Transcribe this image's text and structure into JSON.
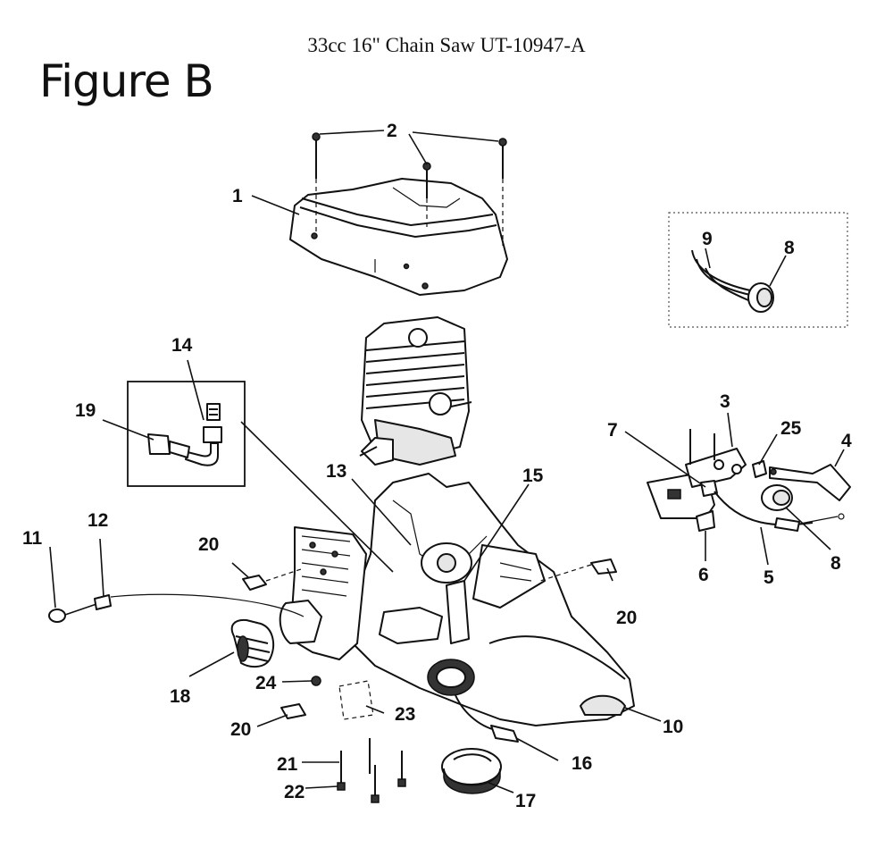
{
  "header": {
    "title": "33cc 16\" Chain Saw UT-10947-A",
    "figure": "Figure B"
  },
  "callouts": [
    {
      "id": "c1",
      "text": "1"
    },
    {
      "id": "c2",
      "text": "2"
    },
    {
      "id": "c3",
      "text": "3"
    },
    {
      "id": "c4",
      "text": "4"
    },
    {
      "id": "c5",
      "text": "5"
    },
    {
      "id": "c6",
      "text": "6"
    },
    {
      "id": "c7",
      "text": "7"
    },
    {
      "id": "c8a",
      "text": "8"
    },
    {
      "id": "c8b",
      "text": "8"
    },
    {
      "id": "c9",
      "text": "9"
    },
    {
      "id": "c10",
      "text": "10"
    },
    {
      "id": "c11",
      "text": "11"
    },
    {
      "id": "c12",
      "text": "12"
    },
    {
      "id": "c13",
      "text": "13"
    },
    {
      "id": "c14",
      "text": "14"
    },
    {
      "id": "c15",
      "text": "15"
    },
    {
      "id": "c16",
      "text": "16"
    },
    {
      "id": "c17",
      "text": "17"
    },
    {
      "id": "c18",
      "text": "18"
    },
    {
      "id": "c19",
      "text": "19"
    },
    {
      "id": "c20a",
      "text": "20"
    },
    {
      "id": "c20b",
      "text": "20"
    },
    {
      "id": "c20c",
      "text": "20"
    },
    {
      "id": "c21",
      "text": "21"
    },
    {
      "id": "c22",
      "text": "22"
    },
    {
      "id": "c23",
      "text": "23"
    },
    {
      "id": "c24",
      "text": "24"
    },
    {
      "id": "c25",
      "text": "25"
    }
  ]
}
